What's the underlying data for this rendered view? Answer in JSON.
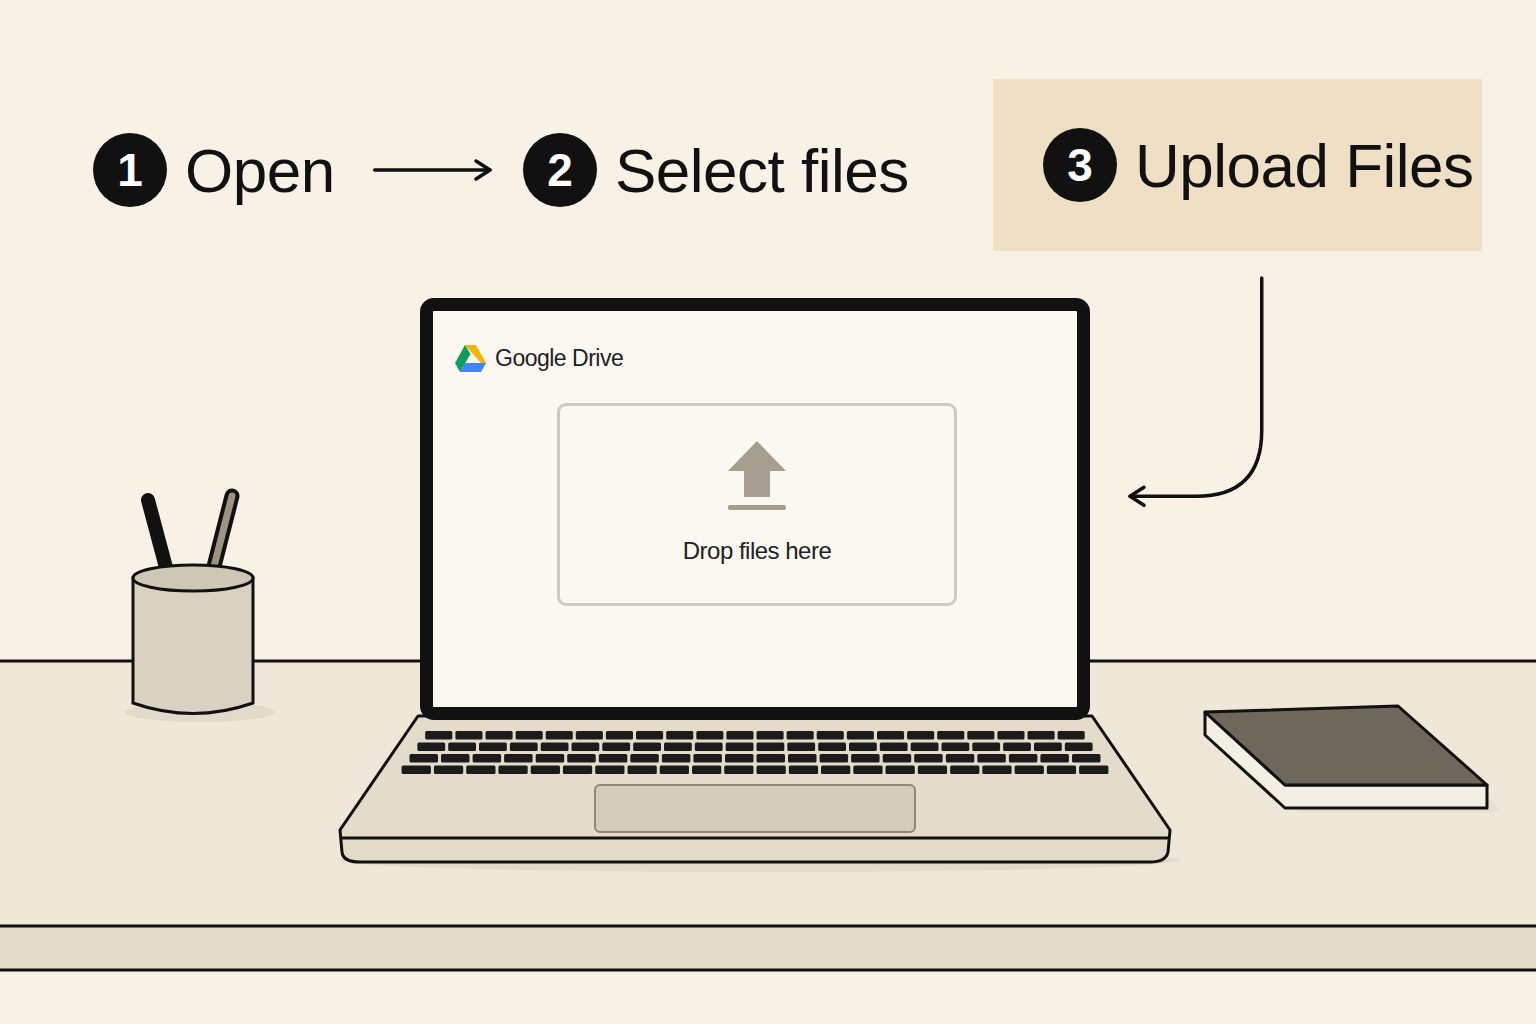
{
  "diagram": {
    "nodes": [
      {
        "text": [
          "1",
          "Open"
        ]
      },
      {
        "text": [
          "2",
          "Select files"
        ]
      },
      {
        "text": [
          "3",
          "Upload Files"
        ]
      },
      {
        "text": [
          "Google Drive"
        ]
      },
      {
        "text": [
          "Drop files here"
        ],
        "in": 3
      }
    ],
    "edges": [
      {
        "from": 0,
        "to": 1,
        "arrow": "to"
      },
      {
        "from": 2,
        "to": 3,
        "arrow": "to"
      }
    ]
  }
}
